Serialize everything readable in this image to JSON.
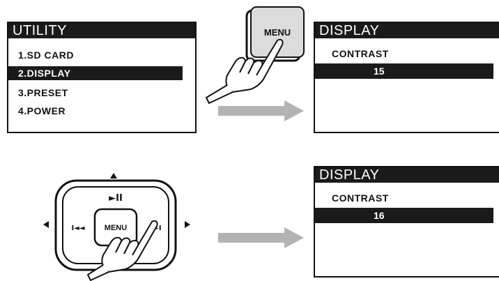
{
  "utility_screen": {
    "title": "UTILITY",
    "items": [
      {
        "label": "1.SD CARD",
        "selected": false
      },
      {
        "label": "2.DISPLAY",
        "selected": true
      },
      {
        "label": "3.PRESET",
        "selected": false
      },
      {
        "label": "4.POWER",
        "selected": false
      }
    ]
  },
  "display_screen_top": {
    "title": "DISPLAY",
    "setting_label": "CONTRAST",
    "value": "15"
  },
  "display_screen_bottom": {
    "title": "DISPLAY",
    "setting_label": "CONTRAST",
    "value": "16"
  },
  "menu_key": {
    "label": "MENU"
  },
  "control_pad": {
    "center_label": "MENU",
    "top_symbol": "►II",
    "left_symbol": "I◄◄",
    "right_symbol": "►►I"
  },
  "colors": {
    "screen_fill": "#1a1a1a",
    "arrow": "#b3b3b3",
    "outline": "#111111"
  },
  "icons": [
    "hand-pointer-icon",
    "arrow-right-icon",
    "play-pause-icon",
    "previous-icon",
    "next-icon",
    "triangle-up-icon",
    "triangle-left-icon",
    "triangle-right-icon"
  ]
}
